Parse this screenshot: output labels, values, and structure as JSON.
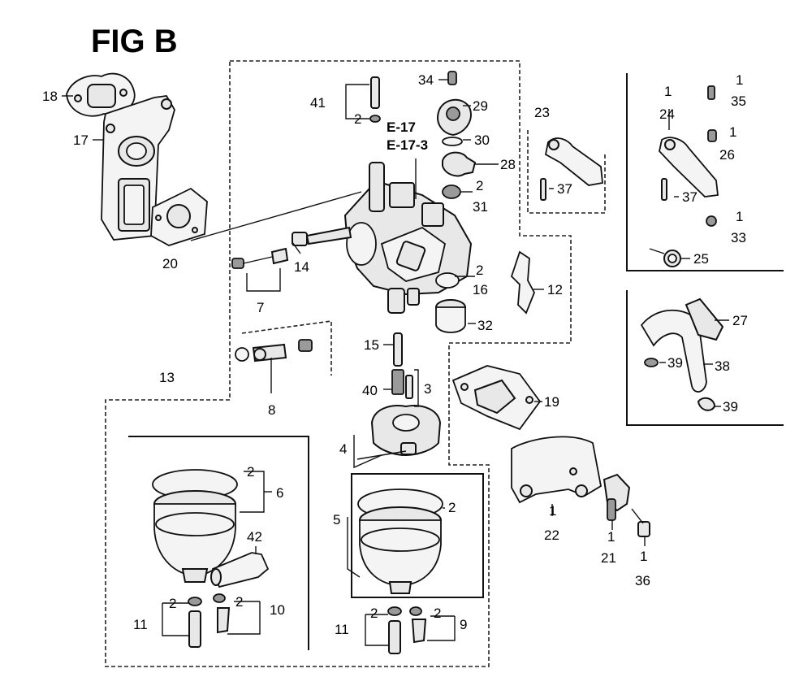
{
  "figure": {
    "title": "FIG B",
    "callouts": [
      "1",
      "2",
      "3",
      "4",
      "5",
      "6",
      "7",
      "8",
      "9",
      "10",
      "11",
      "12",
      "13",
      "14",
      "15",
      "16",
      "17",
      "18",
      "19",
      "20",
      "21",
      "22",
      "23",
      "24",
      "25",
      "26",
      "27",
      "28",
      "29",
      "30",
      "31",
      "32",
      "33",
      "34",
      "35",
      "36",
      "37",
      "38",
      "39",
      "40",
      "41",
      "42"
    ],
    "references": [
      "E-17",
      "E-17-3"
    ]
  }
}
